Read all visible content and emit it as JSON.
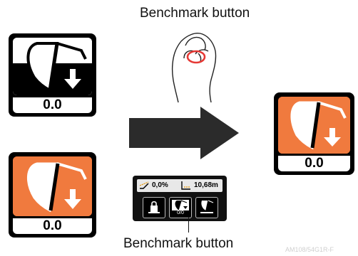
{
  "captions": {
    "top": "Benchmark button",
    "bottom": "Benchmark button"
  },
  "tiles": {
    "top_left": {
      "value": "0.0",
      "theme": "white-on-black"
    },
    "bottom_left": {
      "value": "0.0",
      "theme": "orange"
    },
    "right": {
      "value": "0.0",
      "theme": "orange"
    }
  },
  "panel": {
    "slope_value": "0,0%",
    "distance_value": "10,68m",
    "middle_button_value": "0/0"
  },
  "watermark": "AM108/54G1R-F",
  "colors": {
    "orange": "#f07a3e",
    "black": "#000000",
    "highlight_ring": "#e53935"
  },
  "icons": [
    "bucket-icon",
    "down-arrow-icon",
    "right-arrow-icon",
    "hand-icon",
    "slope-icon",
    "distance-icon",
    "lock-icon",
    "level-icon"
  ]
}
